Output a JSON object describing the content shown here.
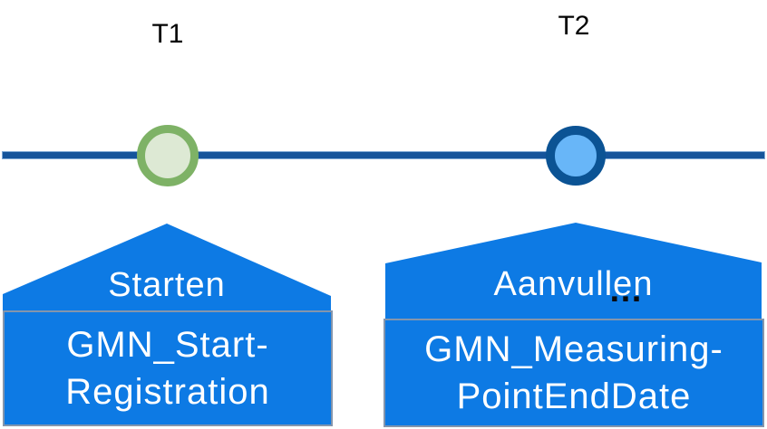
{
  "milestones": [
    {
      "time_label": "T1",
      "marker": {
        "ring_color": "#7EB266",
        "fill_color": "#DDE9D4"
      },
      "callout": {
        "action_label": "Starten",
        "event_lines": [
          "GMN_Start-",
          "Registration"
        ]
      }
    },
    {
      "time_label": "T2",
      "marker": {
        "ring_color": "#0B5394",
        "fill_color": "#68B6F8"
      },
      "callout": {
        "action_label": "Aanvullen",
        "more_indicator": "…",
        "event_lines": [
          "GMN_Measuring-",
          "PointEndDate"
        ]
      }
    }
  ],
  "colors": {
    "timeline_line": "#15549B",
    "timeline_line_edge": "#7FA9D6",
    "callout_fill": "#0D7AE4",
    "callout_box_border": "#8495AC",
    "callout_text": "#FFFFFF",
    "label_text": "#000000"
  }
}
